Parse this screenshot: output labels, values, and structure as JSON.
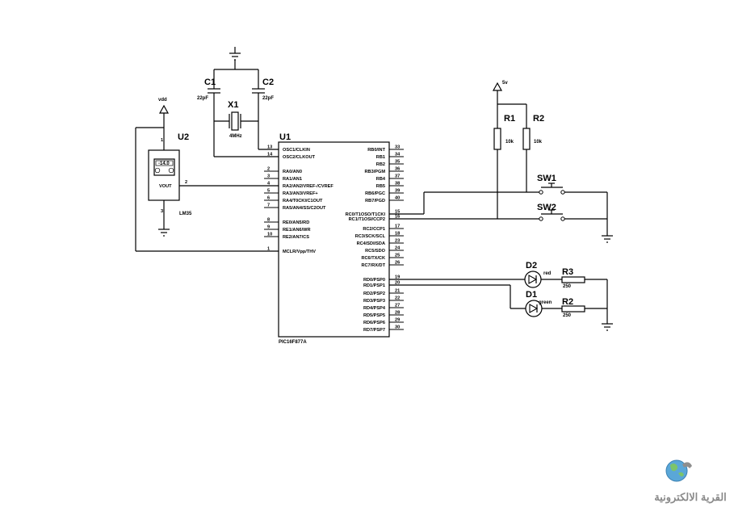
{
  "title": "",
  "mcu": {
    "ref": "U1",
    "part": "PIC16F877A",
    "left_pins": [
      {
        "num": "13",
        "name": "OSC1/CLKIN"
      },
      {
        "num": "14",
        "name": "OSC2/CLKOUT"
      },
      {
        "num": "2",
        "name": "RA0/AN0"
      },
      {
        "num": "3",
        "name": "RA1/AN1"
      },
      {
        "num": "4",
        "name": "RA2/AN2/VREF-/CVREF"
      },
      {
        "num": "5",
        "name": "RA3/AN3/VREF+"
      },
      {
        "num": "6",
        "name": "RA4/T0CKI/C1OUT"
      },
      {
        "num": "7",
        "name": "RA5/AN4/SS/C2OUT"
      },
      {
        "num": "8",
        "name": "RE0/AN5/RD"
      },
      {
        "num": "9",
        "name": "RE1/AN6/WR"
      },
      {
        "num": "10",
        "name": "RE2/AN7/CS"
      },
      {
        "num": "1",
        "name": "MCLR/Vpp/THV"
      }
    ],
    "right_pins": [
      {
        "num": "33",
        "name": "RB0/INT"
      },
      {
        "num": "34",
        "name": "RB1"
      },
      {
        "num": "35",
        "name": "RB2"
      },
      {
        "num": "36",
        "name": "RB3/PGM"
      },
      {
        "num": "37",
        "name": "RB4"
      },
      {
        "num": "38",
        "name": "RB5"
      },
      {
        "num": "39",
        "name": "RB6/PGC"
      },
      {
        "num": "40",
        "name": "RB7/PGD"
      },
      {
        "num": "15",
        "name": "RC0/T1OSO/T1CKI"
      },
      {
        "num": "16",
        "name": "RC1/T1OSI/CCP2"
      },
      {
        "num": "17",
        "name": "RC2/CCP1"
      },
      {
        "num": "18",
        "name": "RC3/SCK/SCL"
      },
      {
        "num": "23",
        "name": "RC4/SDI/SDA"
      },
      {
        "num": "24",
        "name": "RC5/SDO"
      },
      {
        "num": "25",
        "name": "RC6/TX/CK"
      },
      {
        "num": "26",
        "name": "RC7/RX/DT"
      },
      {
        "num": "19",
        "name": "RD0/PSP0"
      },
      {
        "num": "20",
        "name": "RD1/PSP1"
      },
      {
        "num": "21",
        "name": "RD2/PSP2"
      },
      {
        "num": "22",
        "name": "RD3/PSP3"
      },
      {
        "num": "27",
        "name": "RD4/PSP4"
      },
      {
        "num": "28",
        "name": "RD5/PSP5"
      },
      {
        "num": "29",
        "name": "RD6/PSP6"
      },
      {
        "num": "30",
        "name": "RD7/PSP7"
      }
    ]
  },
  "crystal": {
    "ref": "X1",
    "value": "4MHz"
  },
  "caps": [
    {
      "ref": "C1",
      "value": "22pF"
    },
    {
      "ref": "C2",
      "value": "22pF"
    }
  ],
  "sensor": {
    "ref": "U2",
    "part": "LM35",
    "reading": "-14.0",
    "out_label": "VOUT",
    "pin_vs": "1",
    "pin_out": "2",
    "pin_gnd": "3",
    "supply": "vdd"
  },
  "resistors": [
    {
      "ref": "R1",
      "value": "10k"
    },
    {
      "ref": "R2",
      "value": "10k"
    },
    {
      "ref": "R3",
      "value": "250"
    },
    {
      "ref": "R2",
      "value": "250"
    }
  ],
  "supply_5v": "5v",
  "switches": [
    {
      "ref": "SW1"
    },
    {
      "ref": "SW2"
    }
  ],
  "leds": [
    {
      "ref": "D2",
      "color": "red"
    },
    {
      "ref": "D1",
      "color": "green"
    }
  ],
  "watermark": {
    "text": "القرية الالكترونية"
  }
}
